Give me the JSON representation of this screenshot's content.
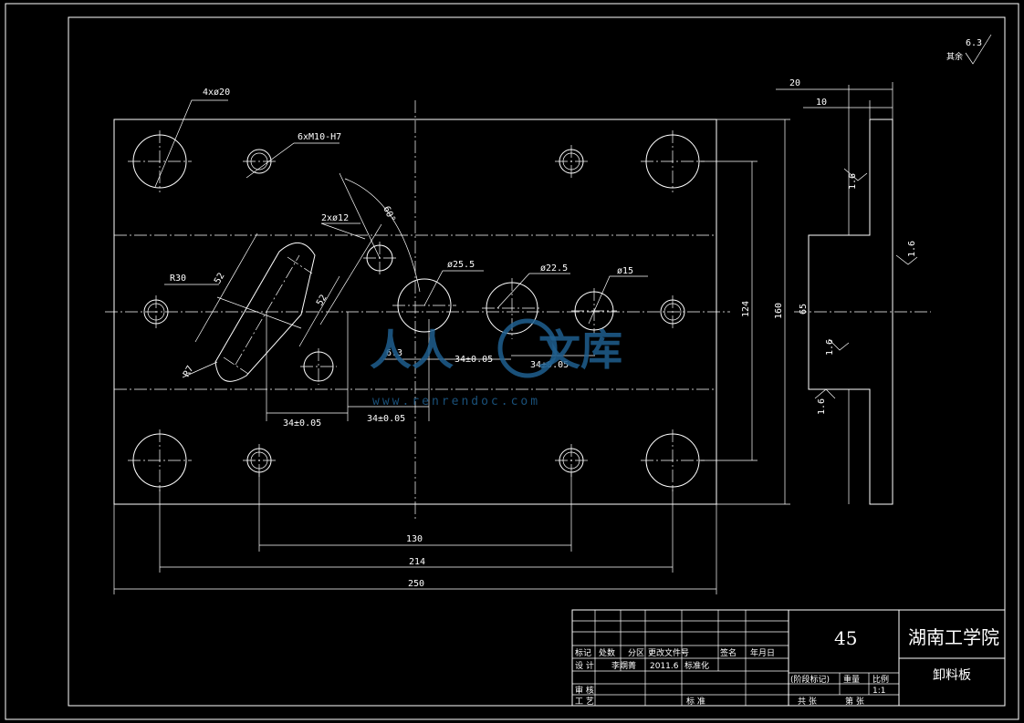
{
  "surface": {
    "roughness_label": "其余",
    "roughness_value": "6.3"
  },
  "front_view": {
    "hole_4x20": "4xø20",
    "hole_6xm10": "6xM10-H7",
    "hole_2x12": "2xø12",
    "angle": "60°",
    "r30": "R30",
    "len_52a": "52",
    "len_52b": "52",
    "r7": "R7",
    "d25": "ø25.5",
    "d22": "ø22.5",
    "d15": "ø15",
    "dim_63": "6.3",
    "dim_34a": "34±0.05",
    "dim_34b": "34±0.05",
    "dim_34c": "34±0.05",
    "dim_34d": "34±0.05",
    "dim_130": "130",
    "dim_214": "214",
    "dim_250": "250",
    "dim_124": "124",
    "dim_160": "160"
  },
  "side_view": {
    "dim_20": "20",
    "dim_10": "10",
    "dim_65": "65",
    "r16a": "1.6",
    "r16b": "1.6",
    "r16c": "1.6",
    "r16d": "1.6"
  },
  "watermark": {
    "text1": "人人",
    "text2": "文库",
    "url": "www.renrendoc.com"
  },
  "title_block": {
    "material": "45",
    "school": "湖南工学院",
    "part_name": "卸料板",
    "h_mark": "标记",
    "h_count": "处数",
    "h_zone": "分区",
    "h_docno": "更改文件号",
    "h_sign": "签名",
    "h_date": "年月日",
    "designer_role": "设 计",
    "designer_name": "李烔菁",
    "design_date": "2011.6",
    "standardize": "标准化",
    "stage_mark": "(阶段标记)",
    "weight": "重量",
    "scale_label": "比例",
    "scale": "1:1",
    "review": "审 核",
    "process": "工 艺",
    "approve": "标 准",
    "total": "共 张",
    "sheet": "第 张"
  }
}
